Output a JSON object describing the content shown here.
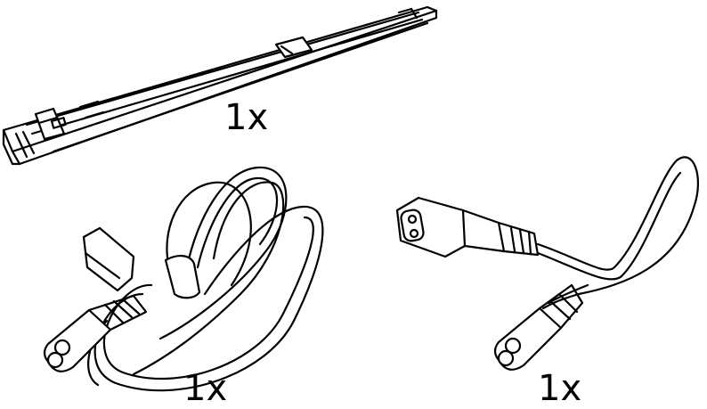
{
  "parts": {
    "rail": {
      "icon": "mounting-rail-icon",
      "quantity": "1x"
    },
    "cord": {
      "icon": "coiled-power-cord-icon",
      "quantity": "1x"
    },
    "ext": {
      "icon": "extension-power-cord-icon",
      "quantity": "1x"
    }
  },
  "colors": {
    "line": "#000000",
    "fill": "#ffffff"
  }
}
